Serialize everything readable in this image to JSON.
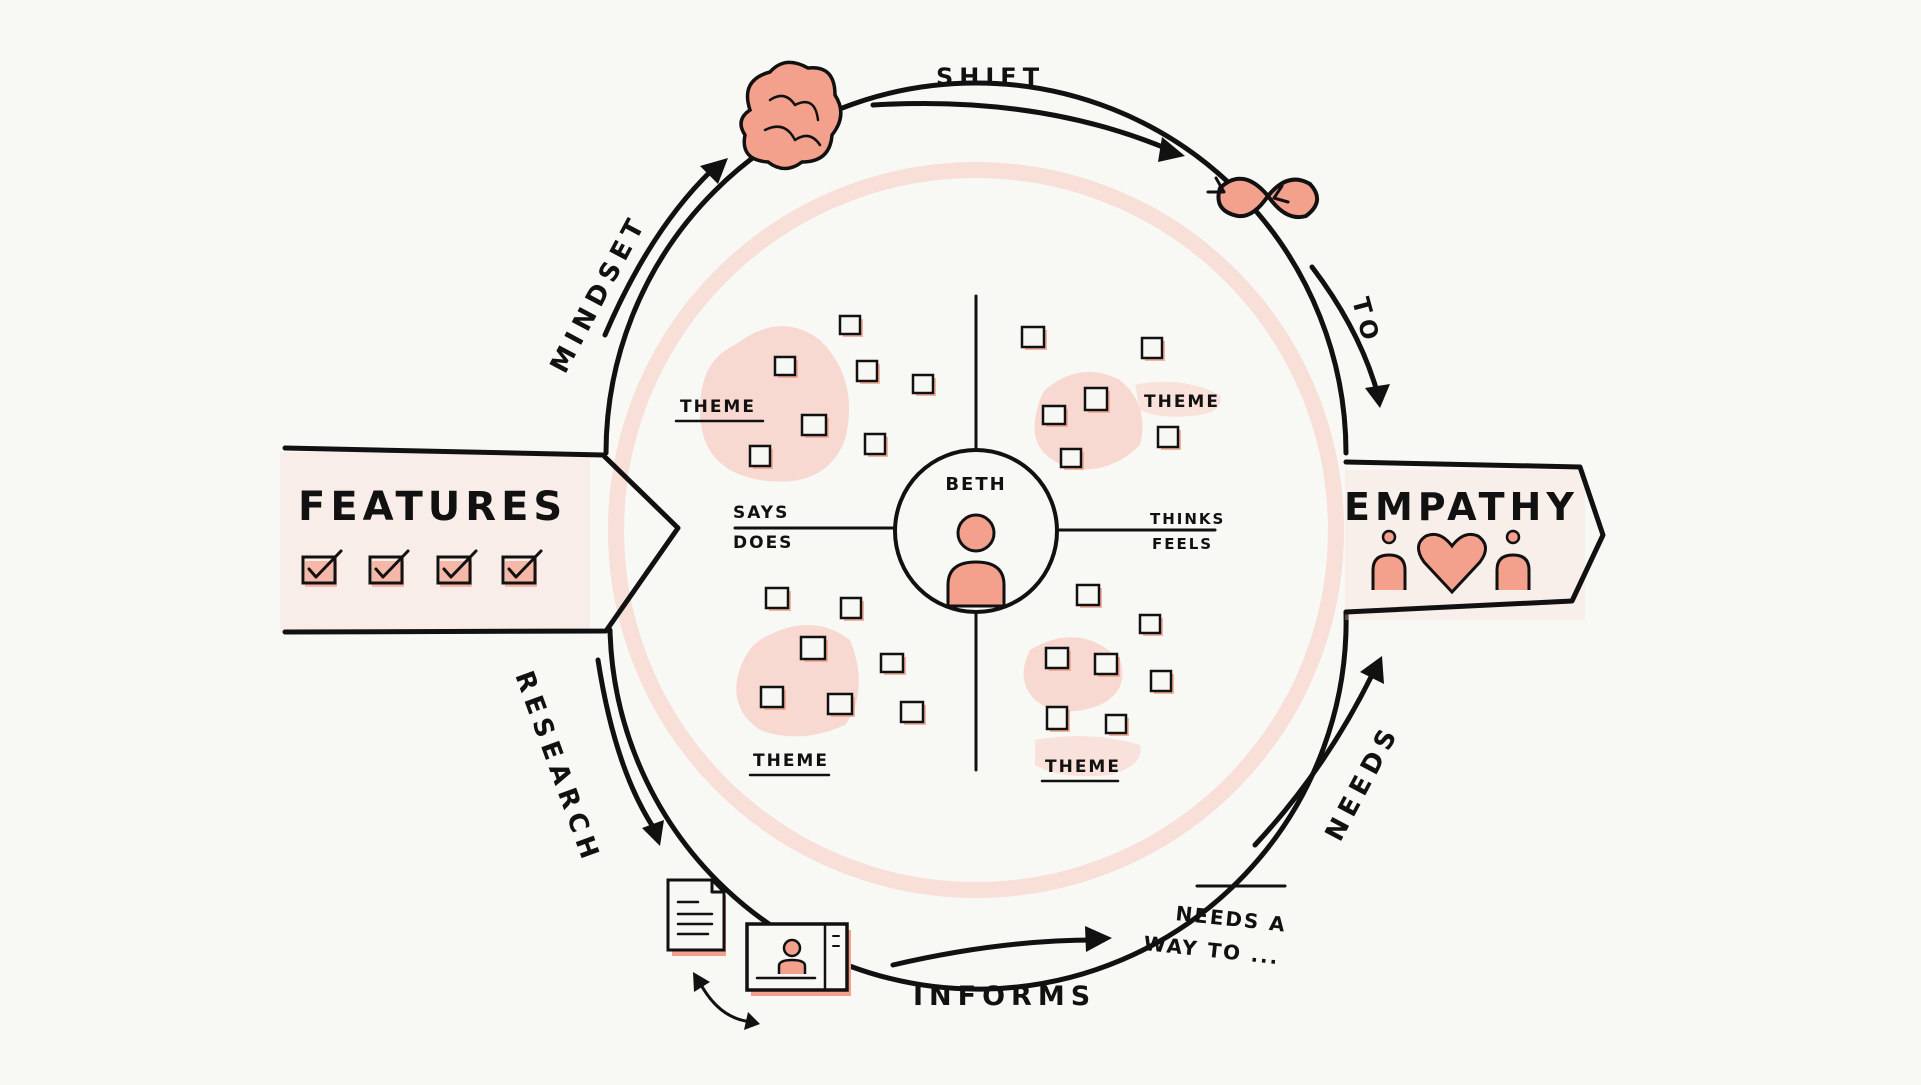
{
  "labels": {
    "left_panel": "FEATURES",
    "right_panel": "EMPATHY",
    "persona": "BETH",
    "top_arrow": "SHIFT",
    "right_arrow": "TO",
    "left_top_arrow": "MINDSET",
    "left_bottom_arrow": "RESEARCH",
    "bottom_arrow": "INFORMS",
    "right_bottom_arrow": "NEEDS",
    "needs_line_1": "NEEDS A",
    "needs_line_2": "WAY TO ...",
    "says": "SAYS",
    "does": "DOES",
    "thinks": "THINKS",
    "feels": "FEELS",
    "theme_top_left": "THEME",
    "theme_top_right": "THEME",
    "theme_bottom_left": "THEME",
    "theme_bottom_right": "THEME"
  },
  "icons": {
    "brain": "brain-icon",
    "infinity": "infinity-icon",
    "document": "document-icon",
    "video": "video-call-icon",
    "person": "person-icon",
    "heart": "heart-icon",
    "checkbox": "checkbox-icon"
  },
  "colors": {
    "ink": "#111111",
    "accent": "#f3a08c",
    "accent_light": "#f8cfc4",
    "background": "#f8f8f5"
  },
  "checkbox_count": 4
}
